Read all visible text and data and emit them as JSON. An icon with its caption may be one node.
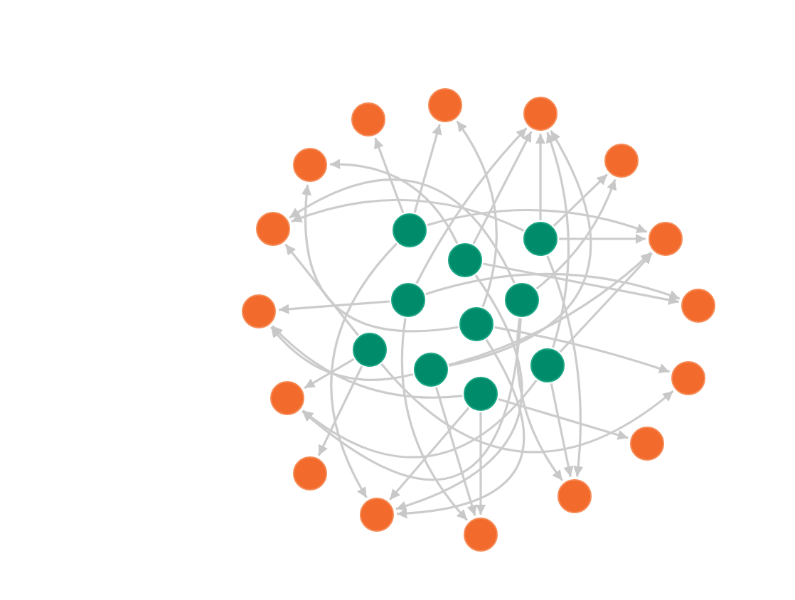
{
  "diagram": {
    "nodes": [
      {
        "text": [],
        "shape": "circle"
      },
      {
        "text": [],
        "shape": "circle"
      },
      {
        "text": [],
        "shape": "circle"
      },
      {
        "text": [],
        "shape": "circle"
      },
      {
        "text": [],
        "shape": "circle"
      },
      {
        "text": [],
        "shape": "circle"
      },
      {
        "text": [],
        "shape": "circle"
      },
      {
        "text": [],
        "shape": "circle"
      },
      {
        "text": [],
        "shape": "circle"
      },
      {
        "text": [],
        "shape": "circle"
      },
      {
        "text": [],
        "shape": "circle"
      },
      {
        "text": [],
        "shape": "circle"
      },
      {
        "text": [],
        "shape": "circle"
      },
      {
        "text": [],
        "shape": "circle"
      },
      {
        "text": [],
        "shape": "circle"
      },
      {
        "text": [],
        "shape": "circle"
      },
      {
        "text": [],
        "shape": "circle"
      },
      {
        "text": [],
        "shape": "circle"
      },
      {
        "text": [],
        "shape": "circle"
      },
      {
        "text": [],
        "shape": "circle"
      },
      {
        "text": [],
        "shape": "circle"
      },
      {
        "text": [],
        "shape": "circle"
      },
      {
        "text": [],
        "shape": "circle"
      },
      {
        "text": [],
        "shape": "circle"
      },
      {
        "text": [],
        "shape": "circle"
      },
      {
        "text": [],
        "shape": "circle"
      }
    ],
    "edges": [
      {
        "from": 6,
        "to": 2,
        "arrow": "to"
      },
      {
        "from": 6,
        "to": 0,
        "arrow": "to"
      },
      {
        "from": 6,
        "to": 7,
        "arrow": "to"
      },
      {
        "from": 6,
        "to": 24,
        "arrow": "to"
      },
      {
        "from": 8,
        "to": 1,
        "arrow": "to"
      },
      {
        "from": 8,
        "to": 3,
        "arrow": "to"
      },
      {
        "from": 8,
        "to": 5,
        "arrow": "to"
      },
      {
        "from": 8,
        "to": 7,
        "arrow": "to"
      },
      {
        "from": 8,
        "to": 23,
        "arrow": "to"
      },
      {
        "from": 9,
        "to": 4,
        "arrow": "to"
      },
      {
        "from": 9,
        "to": 1,
        "arrow": "to"
      },
      {
        "from": 9,
        "to": 12,
        "arrow": "to"
      },
      {
        "from": 9,
        "to": 24,
        "arrow": "to"
      },
      {
        "from": 10,
        "to": 13,
        "arrow": "to"
      },
      {
        "from": 10,
        "to": 12,
        "arrow": "to"
      },
      {
        "from": 10,
        "to": 1,
        "arrow": "to"
      },
      {
        "from": 10,
        "to": 25,
        "arrow": "to"
      },
      {
        "from": 11,
        "to": 3,
        "arrow": "to"
      },
      {
        "from": 11,
        "to": 5,
        "arrow": "to"
      },
      {
        "from": 11,
        "to": 20,
        "arrow": "to"
      },
      {
        "from": 11,
        "to": 23,
        "arrow": "to"
      },
      {
        "from": 14,
        "to": 0,
        "arrow": "to"
      },
      {
        "from": 14,
        "to": 4,
        "arrow": "to"
      },
      {
        "from": 14,
        "to": 18,
        "arrow": "to"
      },
      {
        "from": 14,
        "to": 24,
        "arrow": "to"
      },
      {
        "from": 15,
        "to": 20,
        "arrow": "to"
      },
      {
        "from": 15,
        "to": 22,
        "arrow": "to"
      },
      {
        "from": 15,
        "to": 5,
        "arrow": "to"
      },
      {
        "from": 15,
        "to": 18,
        "arrow": "to"
      },
      {
        "from": 17,
        "to": 1,
        "arrow": "to"
      },
      {
        "from": 17,
        "to": 13,
        "arrow": "to"
      },
      {
        "from": 17,
        "to": 25,
        "arrow": "to"
      },
      {
        "from": 17,
        "to": 7,
        "arrow": "to"
      },
      {
        "from": 16,
        "to": 20,
        "arrow": "to"
      },
      {
        "from": 16,
        "to": 7,
        "arrow": "to"
      },
      {
        "from": 16,
        "to": 1,
        "arrow": "to"
      },
      {
        "from": 16,
        "to": 23,
        "arrow": "to"
      },
      {
        "from": 19,
        "to": 21,
        "arrow": "to"
      },
      {
        "from": 19,
        "to": 24,
        "arrow": "to"
      },
      {
        "from": 19,
        "to": 13,
        "arrow": "to"
      },
      {
        "from": 19,
        "to": 25,
        "arrow": "to"
      }
    ]
  }
}
